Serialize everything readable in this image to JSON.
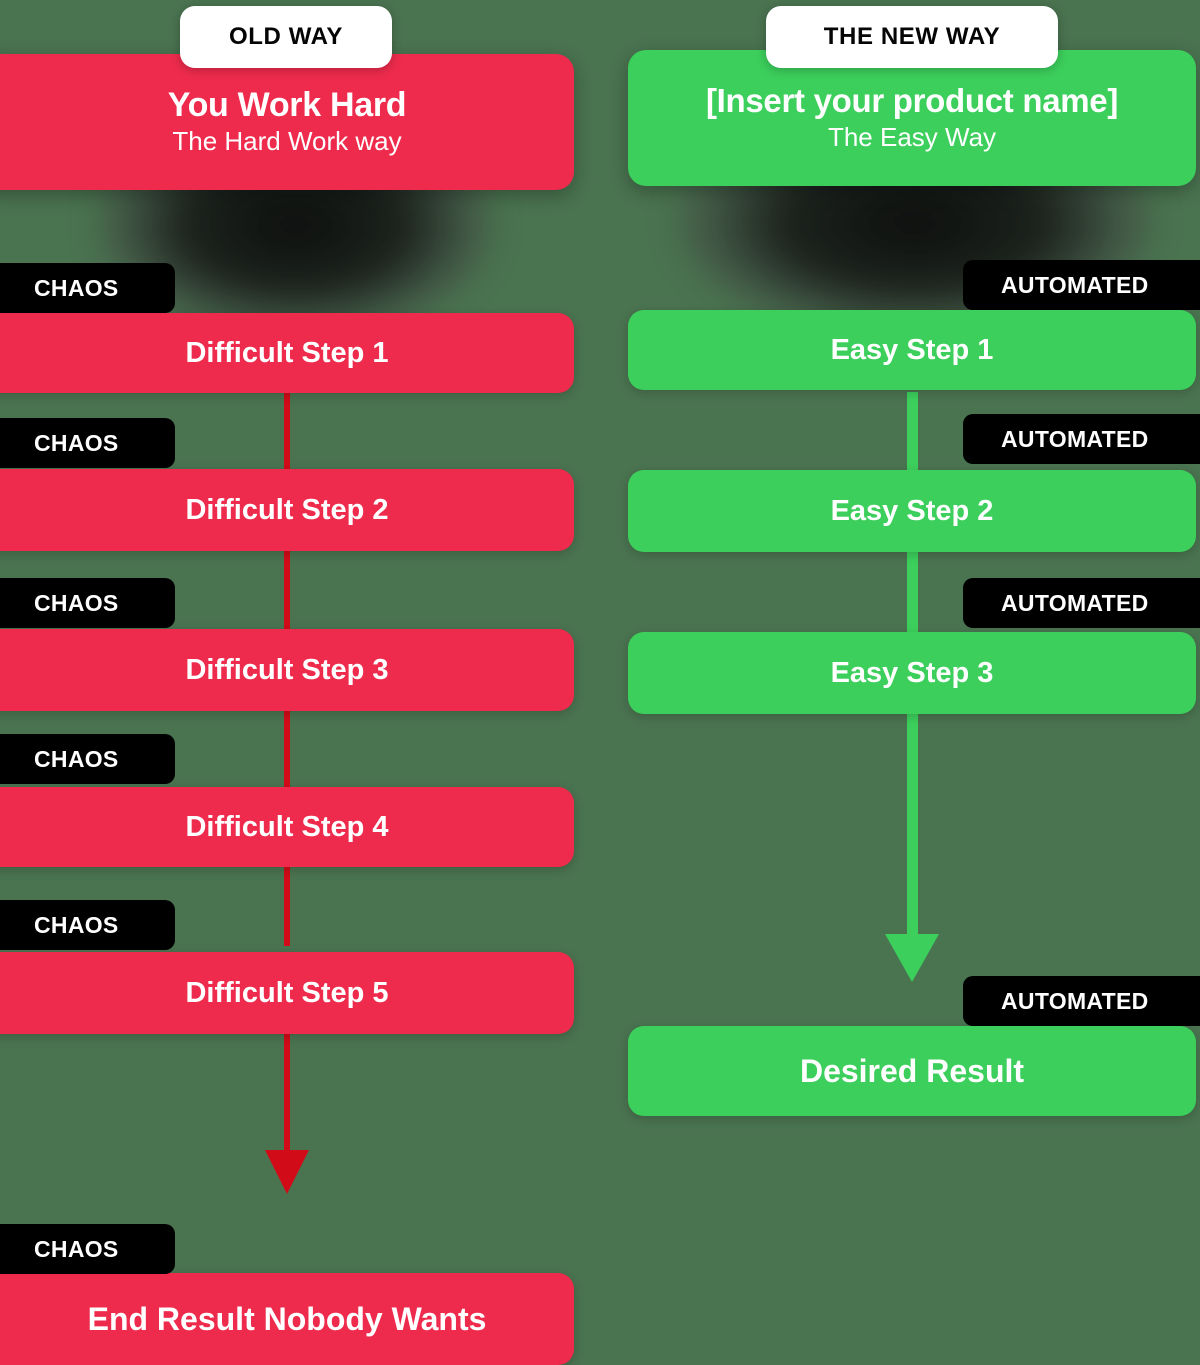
{
  "background_color": "#4a7350",
  "colors": {
    "red_card": "#ee2b4d",
    "green_card": "#3ccf5c",
    "red_connector": "#d10c18",
    "green_connector": "#3ccf5c",
    "tag_background": "#000000",
    "badge_background": "#ffffff"
  },
  "old_way": {
    "badge_label": "OLD WAY",
    "title": "You Work Hard",
    "subtitle": "The Hard Work way",
    "tag_label": "CHAOS",
    "steps": [
      {
        "label": "Difficult Step 1",
        "tag": "CHAOS"
      },
      {
        "label": "Difficult Step 2",
        "tag": "CHAOS"
      },
      {
        "label": "Difficult Step 3",
        "tag": "CHAOS"
      },
      {
        "label": "Difficult Step 4",
        "tag": "CHAOS"
      },
      {
        "label": "Difficult Step 5",
        "tag": "CHAOS"
      }
    ],
    "result": {
      "label": "End Result Nobody Wants",
      "tag": "CHAOS"
    }
  },
  "new_way": {
    "badge_label": "THE NEW WAY",
    "title": "[Insert your product name]",
    "subtitle": "The Easy Way",
    "tag_label": "AUTOMATED",
    "steps": [
      {
        "label": "Easy Step 1",
        "tag": "AUTOMATED"
      },
      {
        "label": "Easy Step 2",
        "tag": "AUTOMATED"
      },
      {
        "label": "Easy Step 3",
        "tag": "AUTOMATED"
      }
    ],
    "result": {
      "label": "Desired Result",
      "tag": "AUTOMATED"
    }
  }
}
